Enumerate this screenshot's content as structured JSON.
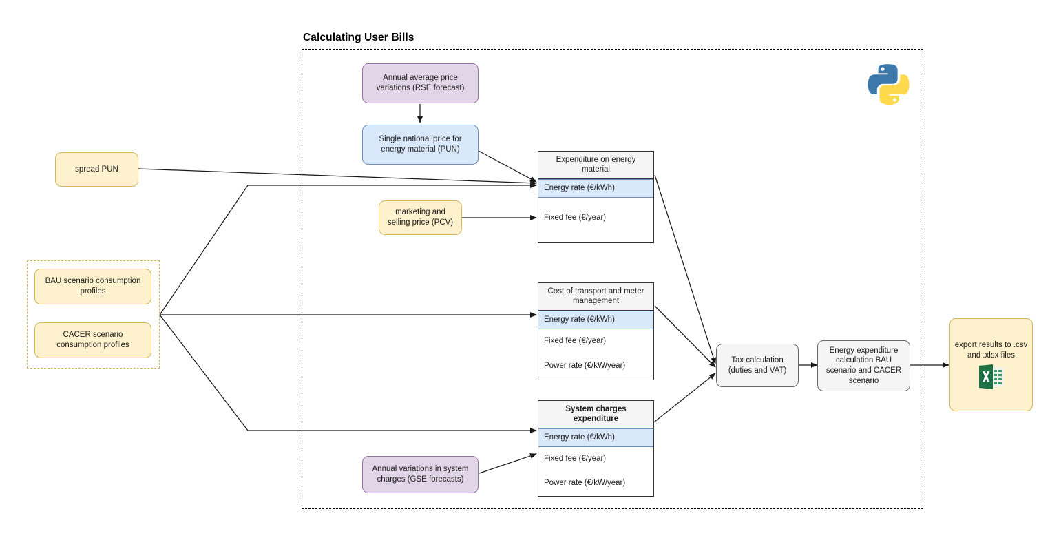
{
  "container": {
    "title": "Calculating User Bills",
    "dashed": true
  },
  "logos": {
    "python": "python-logo",
    "excel": "excel-icon"
  },
  "nodes": {
    "rse": "Annual average price variations (RSE forecast)",
    "pun": "Single national price for energy material (PUN)",
    "spread_pun": "spread PUN",
    "pcv": "marketing and selling price (PCV)",
    "bau": "BAU scenario consumption profiles",
    "cacer": "CACER scenario consumption profiles",
    "gse": "Annual variations in system charges (GSE forecasts)",
    "tax": "Tax calculation (duties and VAT)",
    "energy_exp": "Energy expenditure calculation BAU scenario and CACER scenario",
    "export": "export results to .csv and .xlsx files"
  },
  "tables": [
    {
      "id": "expenditure-energy-material",
      "header": "Expenditure on energy material",
      "header_bold": false,
      "rows": [
        {
          "label": "Energy rate (€/kWh)",
          "highlighted": true
        },
        {
          "label": "Fixed fee (€/year)",
          "highlighted": false
        }
      ]
    },
    {
      "id": "cost-transport-meter",
      "header": "Cost of transport and meter management",
      "header_bold": false,
      "rows": [
        {
          "label": "Energy rate (€/kWh)",
          "highlighted": true
        },
        {
          "label": "Fixed fee (€/year)",
          "highlighted": false
        },
        {
          "label": "Power rate (€/kW/year)",
          "highlighted": false
        }
      ]
    },
    {
      "id": "system-charges-expenditure",
      "header": "System charges expenditure",
      "header_bold": true,
      "rows": [
        {
          "label": "Energy rate (€/kWh)",
          "highlighted": true
        },
        {
          "label": "Fixed fee (€/year)",
          "highlighted": false
        },
        {
          "label": "Power rate (€/kW/year)",
          "highlighted": false
        }
      ]
    }
  ],
  "colors": {
    "yellow_fill": "#fdf2cd",
    "yellow_stroke": "#d6b656",
    "purple_fill": "#e1d5e7",
    "purple_stroke": "#9673a6",
    "blue_fill": "#dae8fc",
    "blue_stroke": "#6c8ebf",
    "grey_fill": "#f5f5f5",
    "grey_stroke": "#666666",
    "edge": "#1a1a1a",
    "excel_green": "#1e7145",
    "python_blue": "#3c78a9",
    "python_yellow": "#ffd champions"
  }
}
